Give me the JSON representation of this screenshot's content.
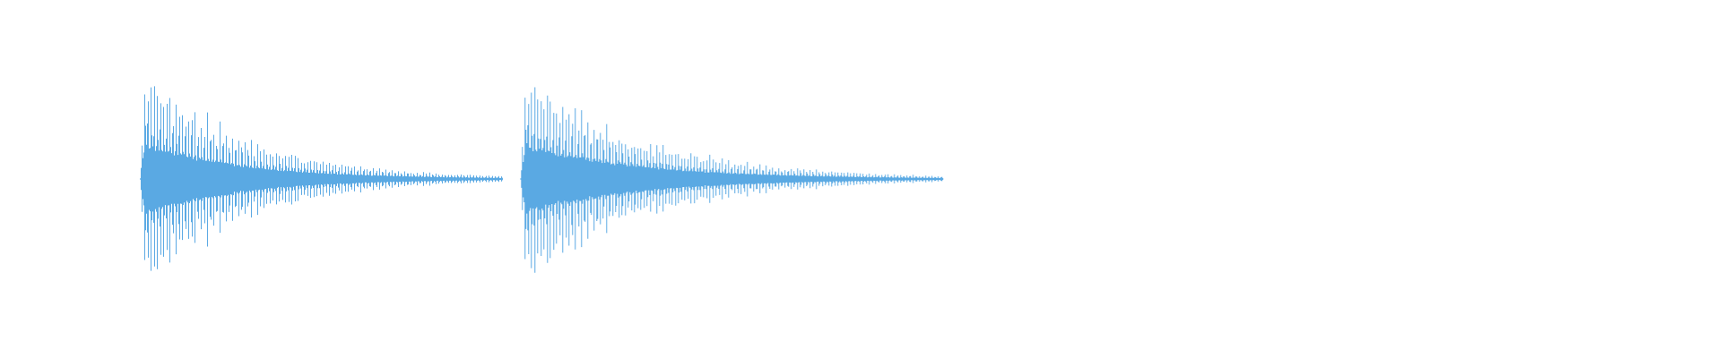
{
  "waveform": {
    "color": "#5aa9e3",
    "background": "#ffffff",
    "amplitude_scale": [
      -1,
      1
    ],
    "duration_fraction_visible": [
      0,
      1
    ],
    "bursts": [
      {
        "name": "burst-1",
        "start_fraction": 0.0815,
        "end_fraction": 0.292,
        "peak_amplitude": 0.98,
        "decay": "exponential"
      },
      {
        "name": "burst-2",
        "start_fraction": 0.3025,
        "end_fraction": 0.548,
        "peak_amplitude": 0.95,
        "decay": "exponential"
      }
    ]
  }
}
